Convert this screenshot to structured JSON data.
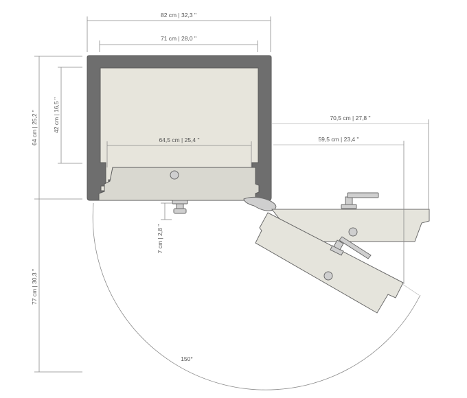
{
  "dimensions": {
    "outer_width": "82 cm  |  32,3 \"",
    "inner_width": "71 cm  |  28,0 \"",
    "outer_depth": "64 cm  |  25,2 \"",
    "inner_depth": "42 cm  |  16,5 \"",
    "door_inner_width": "64,5 cm  |  25,4 \"",
    "door_open_reach_90": "70,5 cm  |  27,8 \"",
    "door_open_reach_150": "59,5 cm  |  23,4 \"",
    "handle_projection": "7 cm  |  2,8 \"",
    "swing_depth": "77 cm  |  30,3 \"",
    "opening_angle": "150°"
  },
  "colors": {
    "body": "#6e6e6e",
    "interior": "#e7e5dc",
    "door": "#d9d8d0",
    "dimension_line": "#8a8a8a"
  }
}
